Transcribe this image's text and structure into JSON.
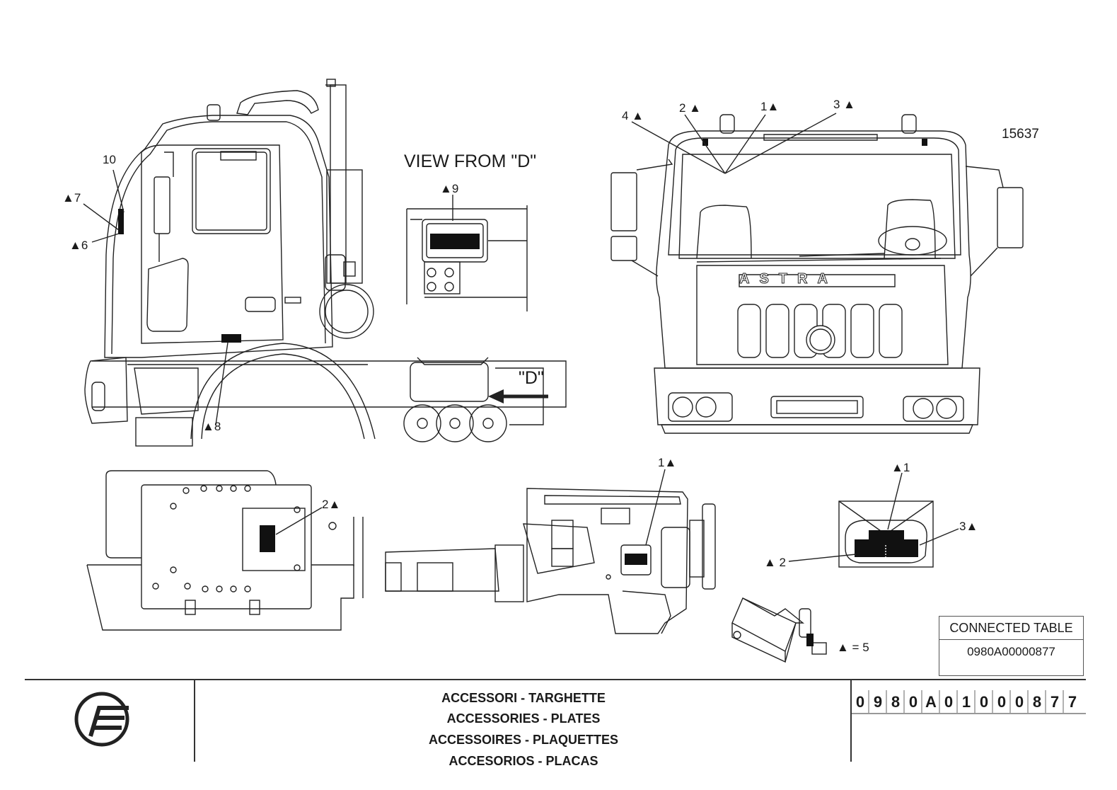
{
  "drawing": {
    "number": "15637",
    "view_title": "VIEW FROM \"D\"",
    "view_arrow_label": "\"D\"",
    "brand_text": "ASTRA"
  },
  "callouts": {
    "side_view": [
      "10",
      "▲7",
      "▲6",
      "▲8"
    ],
    "view_d": "▲9",
    "front_view": [
      "4 ▲",
      "2 ▲",
      "1▲",
      "3 ▲"
    ],
    "panel": "2▲",
    "engine": "1▲",
    "plate_detail": [
      "▲1",
      "3▲",
      "▲ 2"
    ],
    "kit": "▲ = 5"
  },
  "connected_table": {
    "header": "CONNECTED TABLE",
    "code": "0980A00000877"
  },
  "title_block": {
    "lines": [
      "ACCESSORI - TARGHETTE",
      "ACCESSORIES - PLATES",
      "ACCESSOIRES - PLAQUETTES",
      "ACCESORIOS - PLACAS"
    ],
    "code_chars": [
      "0",
      "9",
      "8",
      "0",
      "A",
      "0",
      "1",
      "0",
      "0",
      "0",
      "8",
      "7",
      "7"
    ]
  }
}
